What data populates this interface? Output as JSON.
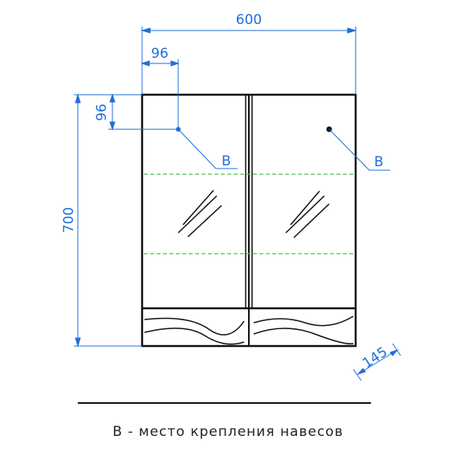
{
  "dimensions": {
    "overall_width": "600",
    "left_offset": "96",
    "top_offset": "96",
    "height": "700",
    "depth": "145"
  },
  "markers": {
    "left_label": "B",
    "right_label": "B"
  },
  "legend": {
    "caption": "В - место крепления навесов"
  },
  "colors": {
    "dimension": "#1f6fd8",
    "outline": "#111111",
    "shelf_dashed": "#55c24a"
  }
}
